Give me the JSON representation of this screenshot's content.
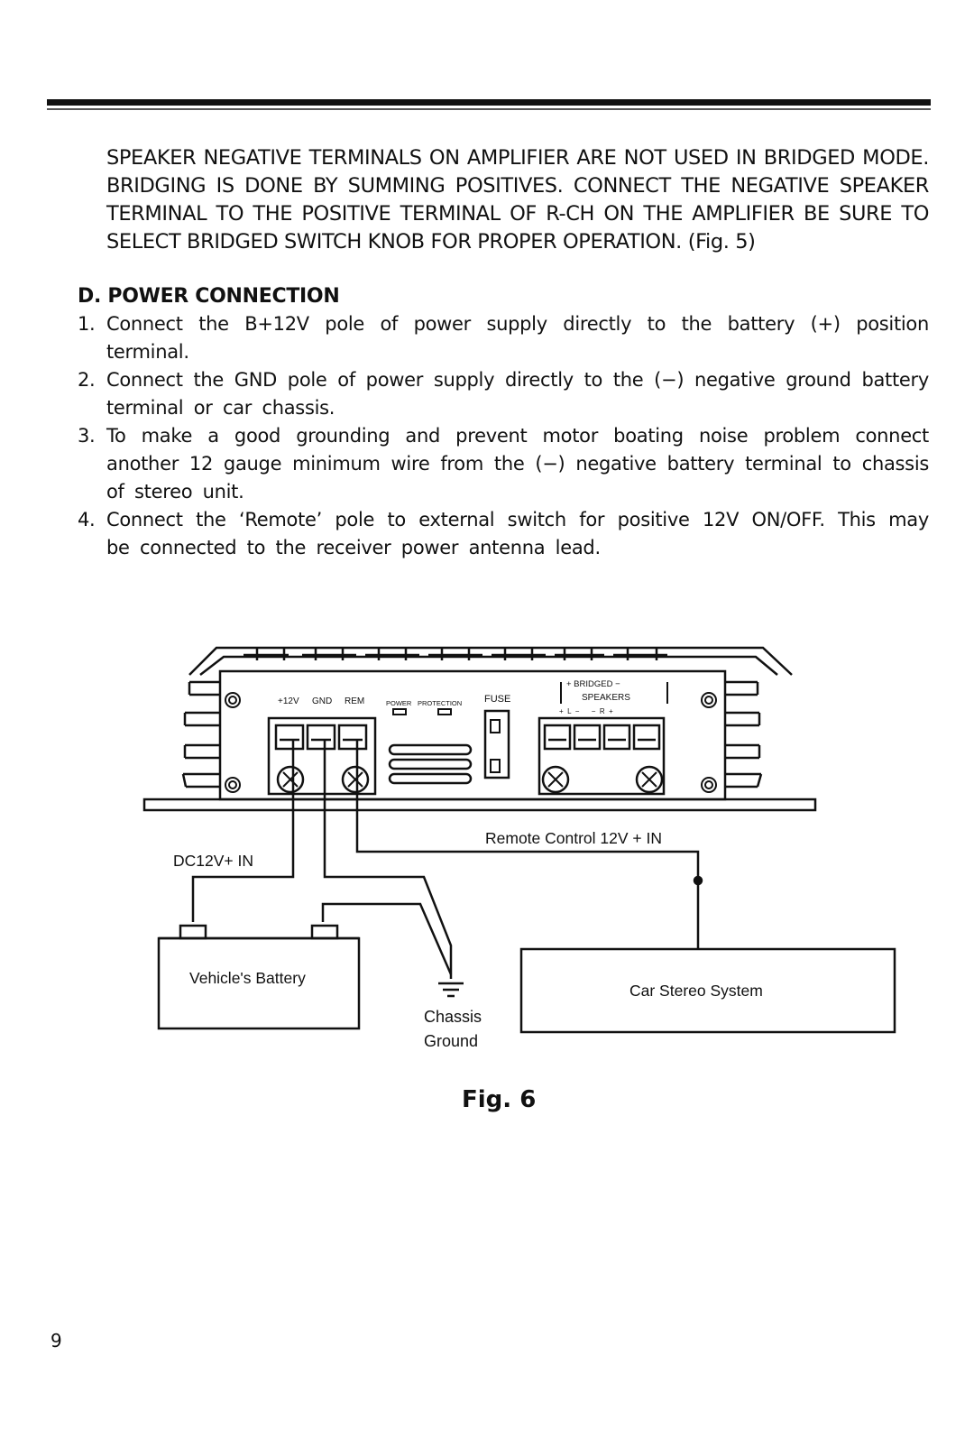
{
  "intro_text": "SPEAKER NEGATIVE TERMINALS ON AMPLIFIER ARE NOT USED IN BRIDGED MODE. BRIDGING IS DONE BY SUMMING POSITIVES. CONNECT THE NEGATIVE SPEAKER TERMINAL TO THE POSITIVE TERMINAL OF R-CH ON THE AMPLIFIER BE SURE TO SELECT BRIDGED SWITCH KNOB FOR PROPER OPERATION.",
  "intro_fig_ref": "(Fig. 5)",
  "section": {
    "heading": "D. POWER CONNECTION",
    "steps": [
      {
        "num": "1.",
        "text": "Connect the B+12V pole of power supply directly to the battery (+) position terminal."
      },
      {
        "num": "2.",
        "text": "Connect the GND pole of power supply directly to the (−) negative ground battery terminal or car chassis."
      },
      {
        "num": "3.",
        "text": "To make a good grounding and prevent motor boating noise problem connect another 12 gauge minimum wire from the (−) negative battery terminal to chassis of stereo unit."
      },
      {
        "num": "4.",
        "text": "Connect the ‘Remote’ pole to external switch for positive 12V ON/OFF. This may be connected to the receiver power antenna lead."
      }
    ]
  },
  "diagram": {
    "amp_labels": {
      "plus12v": "+12V",
      "gnd": "GND",
      "rem": "REM",
      "power": "POWER",
      "protection": "PROTECTION",
      "fuse": "FUSE",
      "bridged": "+ BRIDGED −",
      "speakers": "SPEAKERS",
      "polarity": "+  L  −      −  R  +"
    },
    "remote_label": "Remote Control 12V + IN",
    "dc_label": "DC12V+ IN",
    "battery_label": "Vehicle's Battery",
    "ground_label_1": "Chassis",
    "ground_label_2": "Ground",
    "stereo_label": "Car Stereo System"
  },
  "figure_caption": "Fig. 6",
  "page_number": "9"
}
